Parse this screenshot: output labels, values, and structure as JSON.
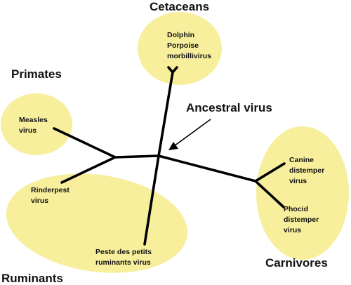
{
  "groups": {
    "cetaceans": {
      "label": "Cetaceans",
      "viruses": [
        "Dolphin",
        "Porpoise",
        "morbillivirus"
      ]
    },
    "primates": {
      "label": "Primates",
      "viruses": [
        "Measles",
        "virus"
      ]
    },
    "ruminants": {
      "label": "Ruminants",
      "rinderpest": [
        "Rinderpest",
        "virus"
      ],
      "ppr": [
        "Peste des petits",
        "ruminants virus"
      ]
    },
    "carnivores": {
      "label": "Carnivores",
      "canine": [
        "Canine",
        "distemper",
        "virus"
      ],
      "phocid": [
        "Phocid",
        "distemper",
        "virus"
      ]
    }
  },
  "root": {
    "label": "Ancestral virus"
  },
  "colors": {
    "highlight": "#f7ef9c",
    "branch": "#000000"
  }
}
